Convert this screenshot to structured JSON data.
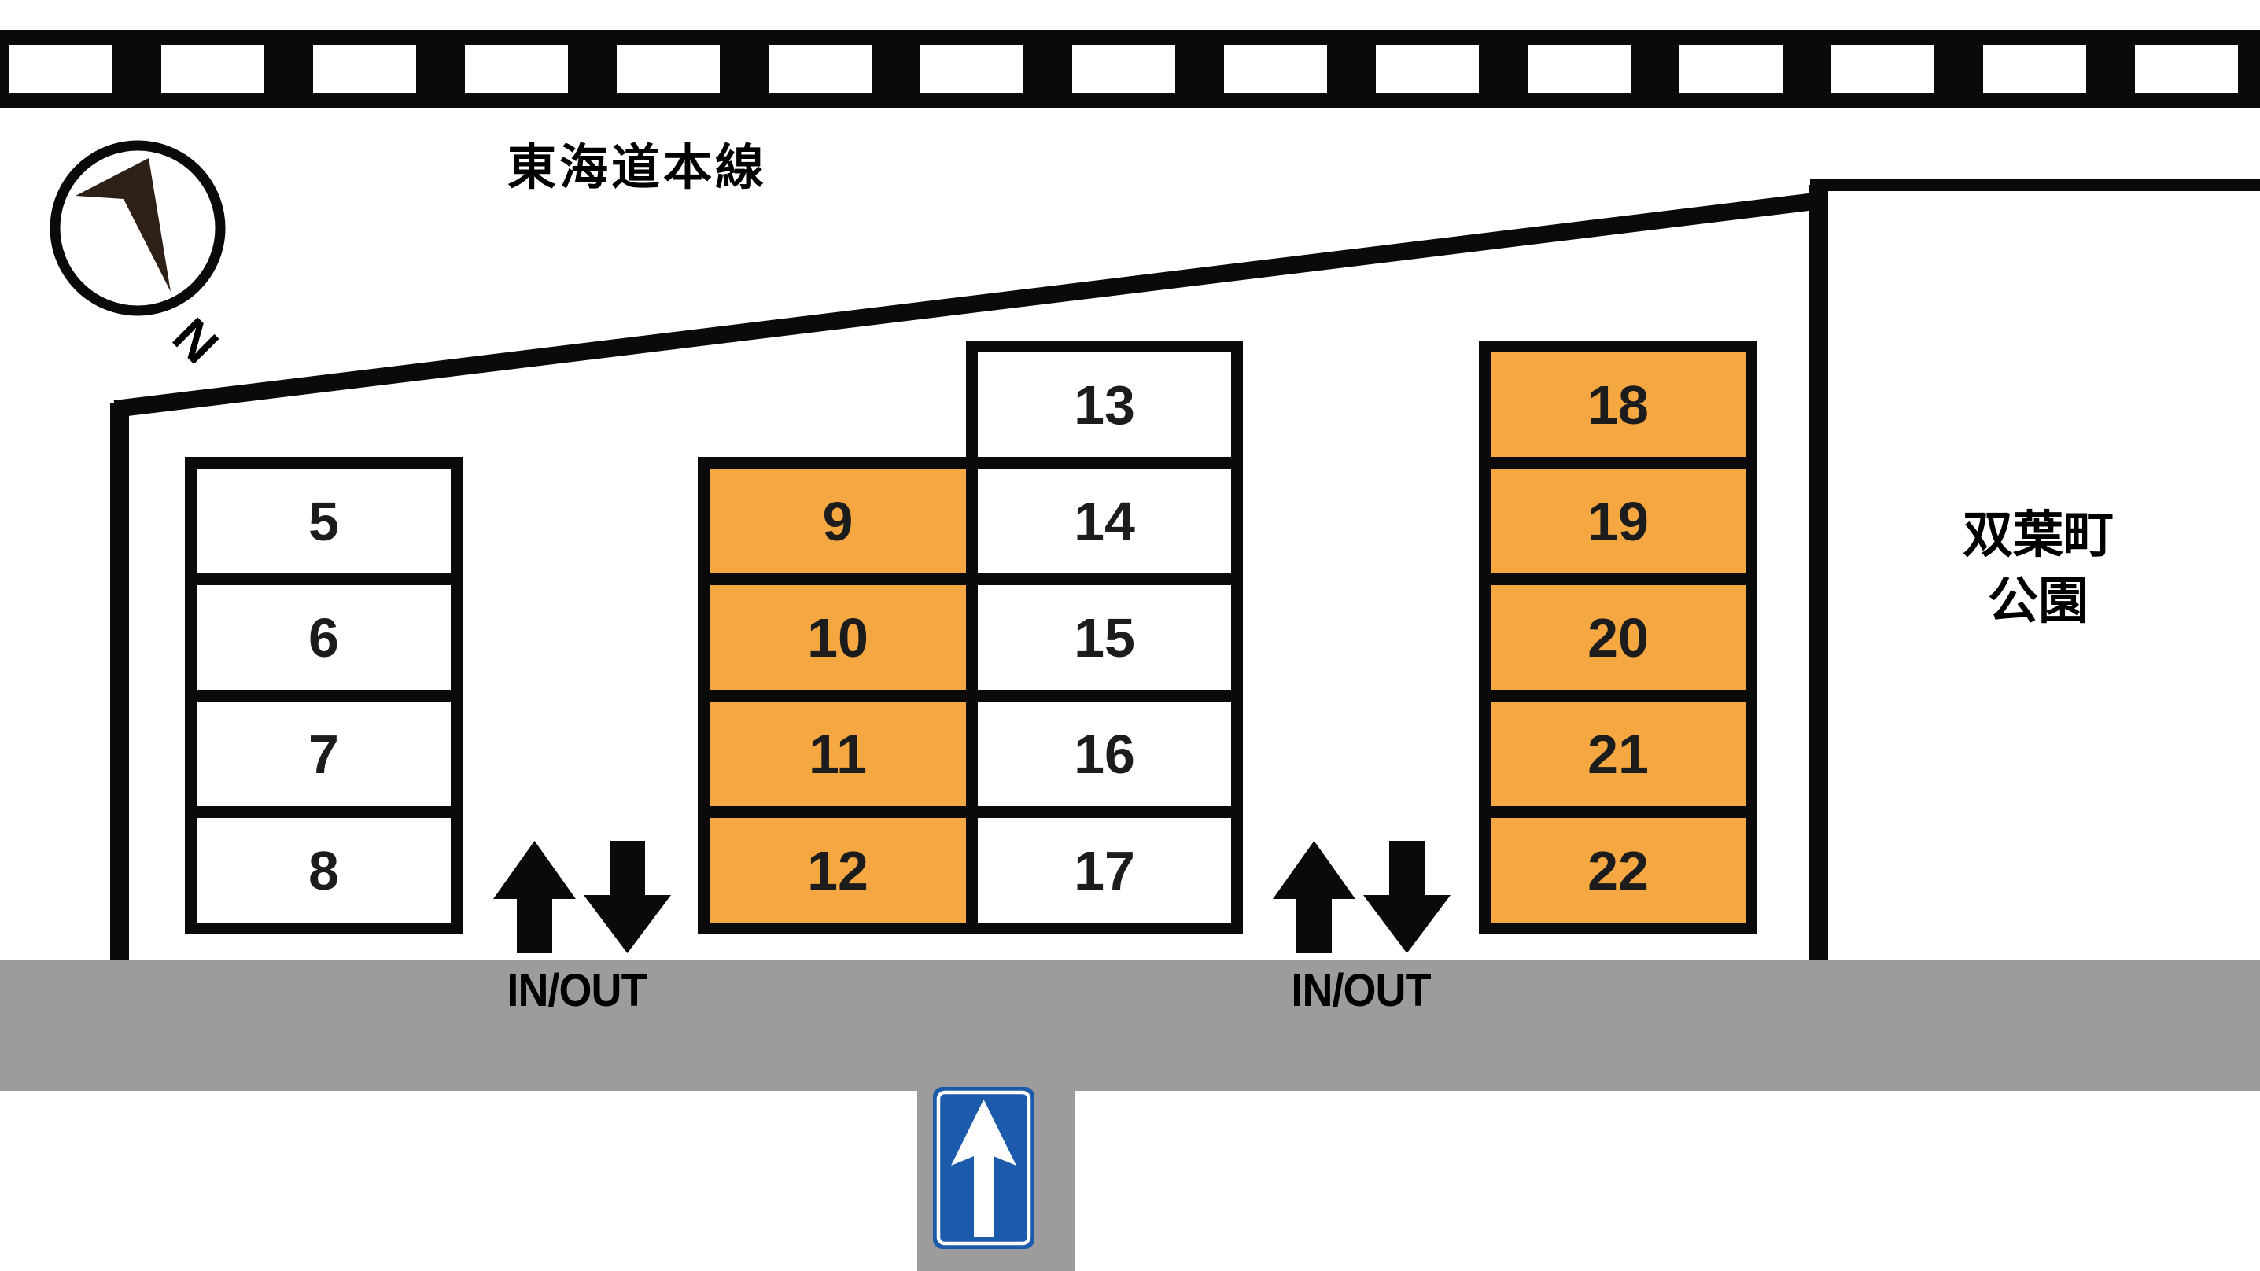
{
  "railway": {
    "label": "東海道本線"
  },
  "park_name": {
    "line1": "双葉町",
    "line2": "公園"
  },
  "compass": {
    "label": "N"
  },
  "gates": [
    {
      "label": "IN/OUT"
    },
    {
      "label": "IN/OUT"
    }
  ],
  "road_sign": {
    "meaning": "one-way-straight-ahead"
  },
  "colors": {
    "highlight_orange": "#F5A842",
    "road_gray": "#9C9C9C",
    "sign_blue": "#1C5BAB",
    "line_black": "#0A0A0A",
    "compass_brown": "#2E2017"
  },
  "parking": {
    "columns": [
      {
        "name": "west-column",
        "spaces": [
          {
            "number": "5",
            "highlighted": false
          },
          {
            "number": "6",
            "highlighted": false
          },
          {
            "number": "7",
            "highlighted": false
          },
          {
            "number": "8",
            "highlighted": false
          }
        ]
      },
      {
        "name": "middle-west-column",
        "spaces": [
          {
            "number": "9",
            "highlighted": true
          },
          {
            "number": "10",
            "highlighted": true
          },
          {
            "number": "11",
            "highlighted": true
          },
          {
            "number": "12",
            "highlighted": true
          }
        ]
      },
      {
        "name": "middle-east-column",
        "spaces": [
          {
            "number": "13",
            "highlighted": false
          },
          {
            "number": "14",
            "highlighted": false
          },
          {
            "number": "15",
            "highlighted": false
          },
          {
            "number": "16",
            "highlighted": false
          },
          {
            "number": "17",
            "highlighted": false
          }
        ]
      },
      {
        "name": "east-column",
        "spaces": [
          {
            "number": "18",
            "highlighted": true
          },
          {
            "number": "19",
            "highlighted": true
          },
          {
            "number": "20",
            "highlighted": true
          },
          {
            "number": "21",
            "highlighted": true
          },
          {
            "number": "22",
            "highlighted": true
          }
        ]
      }
    ]
  }
}
